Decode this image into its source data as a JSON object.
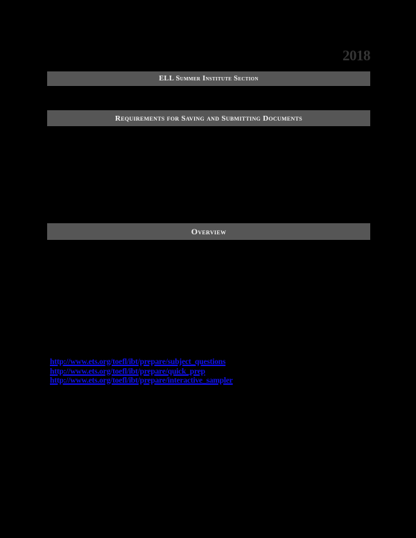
{
  "document": {
    "year": "2018",
    "page_background": "#000000",
    "bar_color": "#565656",
    "bar_text_color": "#f2f2f2",
    "link_color": "#1111ee",
    "year_color": "#353535"
  },
  "sections": [
    {
      "id": "ell",
      "title": "ELL Summer Institute Section"
    },
    {
      "id": "requirements",
      "title": "Requirements for Saving and Submitting Documents"
    },
    {
      "id": "overview",
      "title": "Overview"
    }
  ],
  "body": {
    "intro": "",
    "overview": "",
    "tail": ""
  },
  "links": [
    {
      "label": "http://www.ets.org/toefl/ibt/prepare/subject_questions"
    },
    {
      "label": "http://www.ets.org/toefl/ibt/prepare/quick_prep"
    },
    {
      "label": "http://www.ets.org/toefl/ibt/prepare/interactive_sampler"
    }
  ]
}
